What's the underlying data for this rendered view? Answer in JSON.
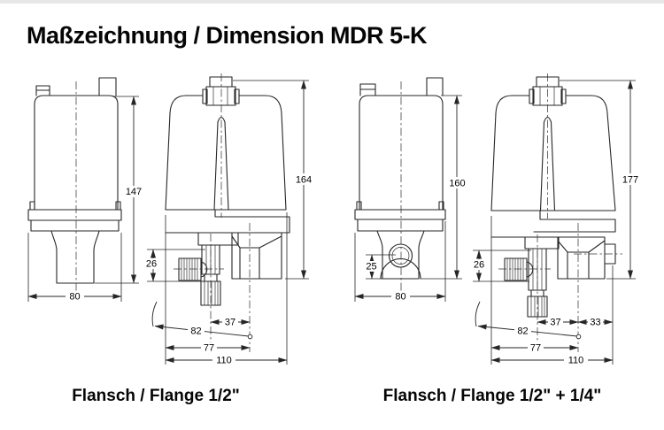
{
  "page": {
    "title": "Maßzeichnung / Dimension MDR 5-K"
  },
  "captions": {
    "flange_half": "Flansch / Flange 1/2\"",
    "flange_half_quarter": "Flansch / Flange 1/2\" + 1/4\""
  },
  "colors": {
    "background": "#ffffff",
    "line": "#262626",
    "text": "#000000"
  },
  "drawings": {
    "front_half": {
      "label": "front view, flange 1/2\"",
      "dims": {
        "height_147": "147",
        "width_80": "80"
      }
    },
    "side_half": {
      "label": "side view, flange 1/2\"",
      "dims": {
        "height_164": "164",
        "vent_26": "26",
        "port_37": "37",
        "lever_82": "82",
        "port_77": "77",
        "overall_110": "110"
      }
    },
    "front_quarter": {
      "label": "front view, flange 1/2\" + 1/4\"",
      "dims": {
        "height_160": "160",
        "port_25": "25",
        "width_80": "80"
      }
    },
    "side_quarter": {
      "label": "side view, flange 1/2\" + 1/4\"",
      "dims": {
        "height_177": "177",
        "vent_26": "26",
        "port_37": "37",
        "side_33": "33",
        "lever_82": "82",
        "port_77": "77",
        "overall_110": "110"
      }
    }
  }
}
